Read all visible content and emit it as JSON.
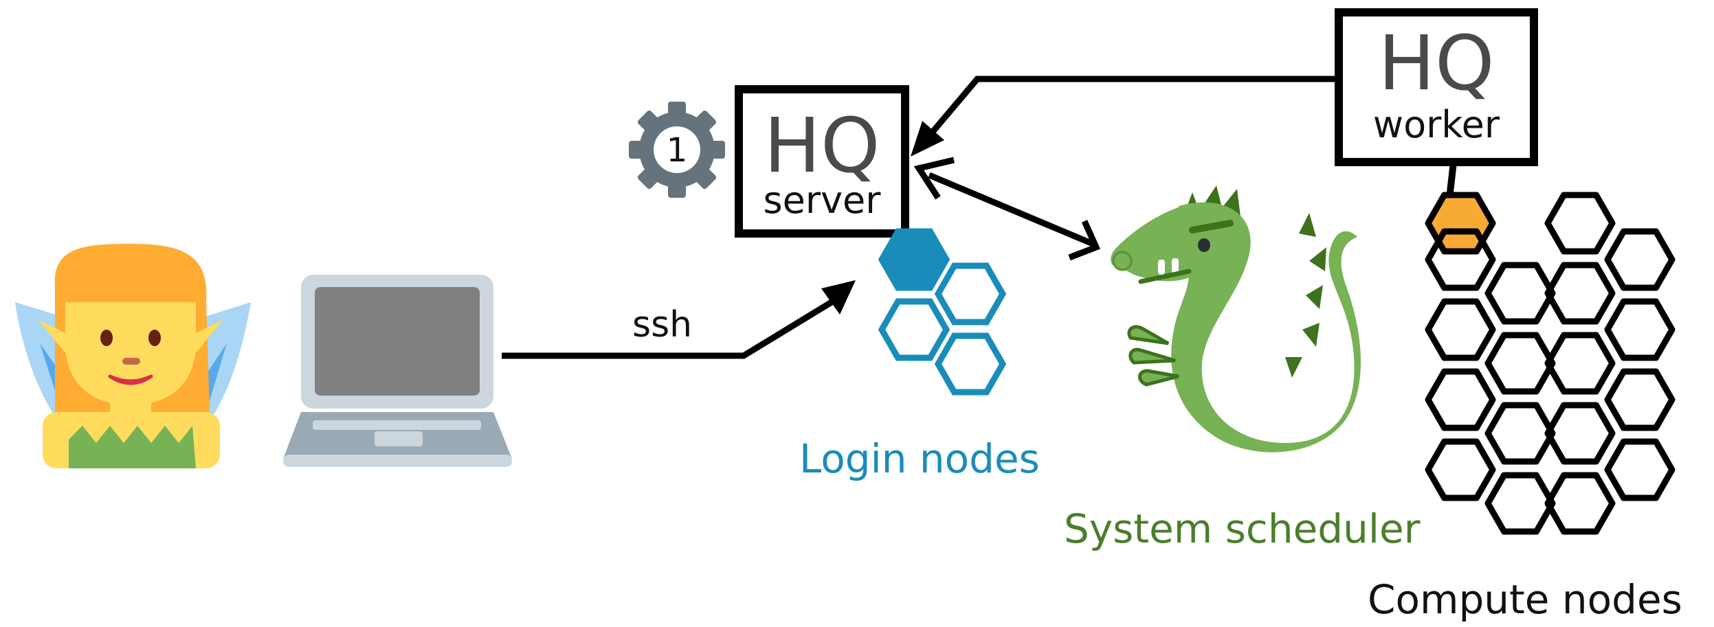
{
  "server_box": {
    "title": "HQ",
    "subtitle": "server"
  },
  "worker_box": {
    "title": "HQ",
    "subtitle": "worker"
  },
  "gear_badge": "1",
  "ssh_label": "ssh",
  "login_nodes_label": "Login nodes",
  "scheduler_label": "System scheduler",
  "compute_nodes_label": "Compute nodes",
  "icons": {
    "user": "fairy-icon",
    "laptop": "laptop-icon",
    "gear": "gear-icon",
    "scheduler": "dragon-icon",
    "nodes": "hexagon-node-icon"
  },
  "colors": {
    "login": "#1A8CBA",
    "scheduler": "#4C7E2A",
    "worker_node": "#F7AA34",
    "gear": "#66737C",
    "line": "#000000"
  }
}
